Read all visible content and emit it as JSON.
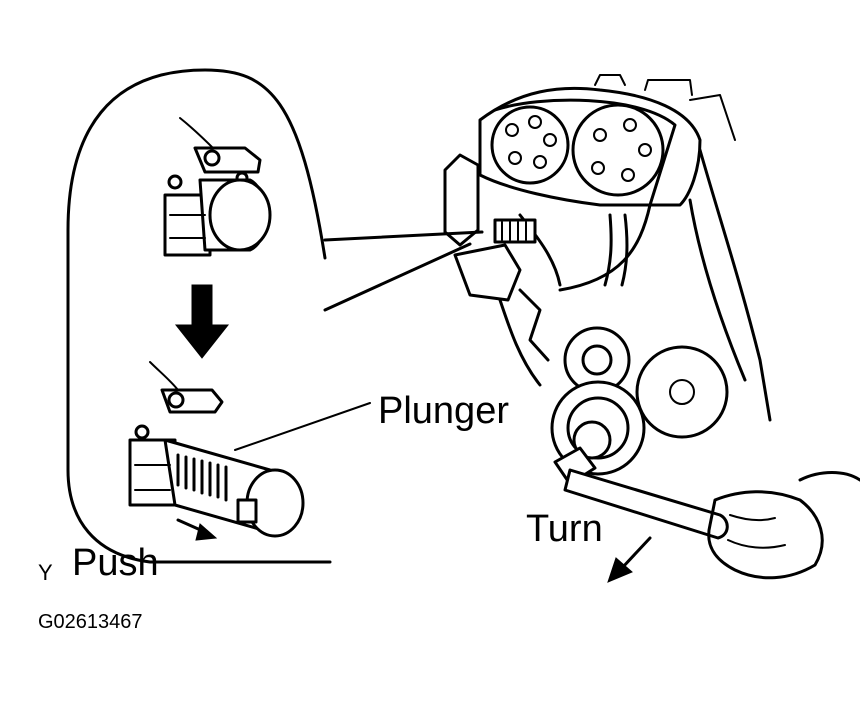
{
  "labels": {
    "plunger": "Plunger",
    "push": "Push",
    "turn": "Turn",
    "marker": "Y"
  },
  "reference_code": "G02613467",
  "colors": {
    "ink": "#000000",
    "background": "#ffffff"
  }
}
